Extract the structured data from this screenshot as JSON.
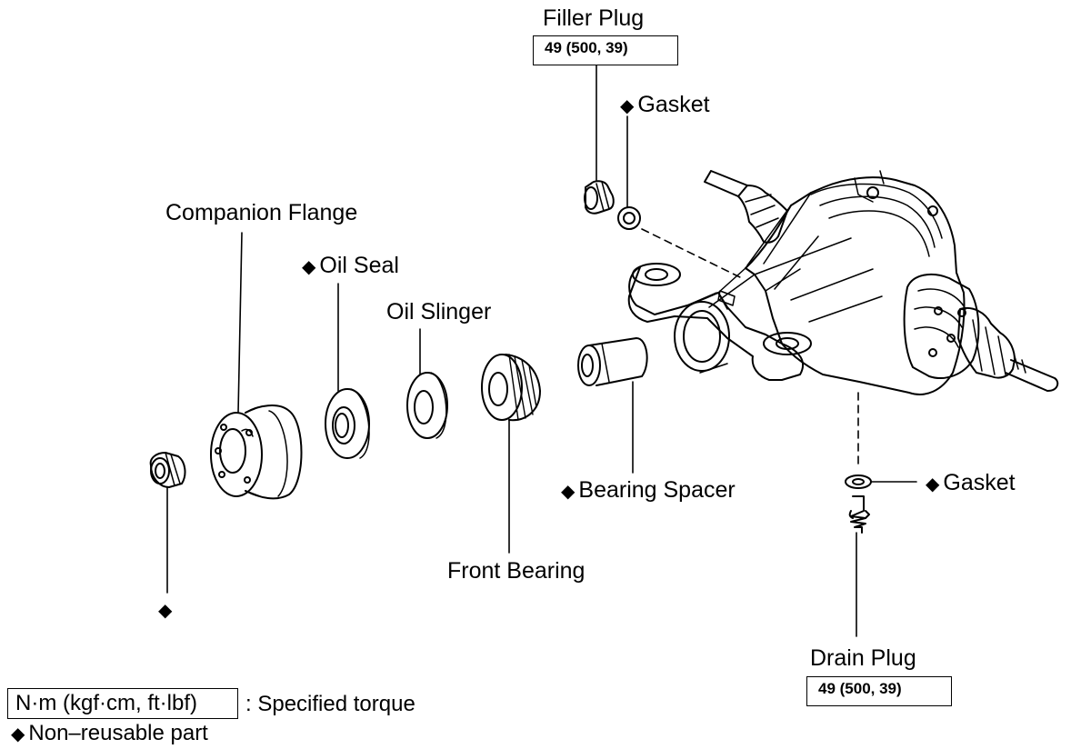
{
  "labels": {
    "filler_plug": "Filler Plug",
    "filler_torque": "49 (500, 39)",
    "gasket_top": "Gasket",
    "companion_flange": "Companion Flange",
    "oil_seal": "Oil Seal",
    "oil_slinger": "Oil Slinger",
    "bearing_spacer": "Bearing Spacer",
    "front_bearing": "Front Bearing",
    "gasket_bottom": "Gasket",
    "drain_plug": "Drain Plug",
    "drain_torque": "49 (500, 39)"
  },
  "legend": {
    "torque_unit": "N·m (kgf·cm, ft·lbf)",
    "torque_text": ": Specified torque",
    "nonreusable_text": "Non–reusable part"
  },
  "symbols": {
    "nonreusable": "◆"
  }
}
